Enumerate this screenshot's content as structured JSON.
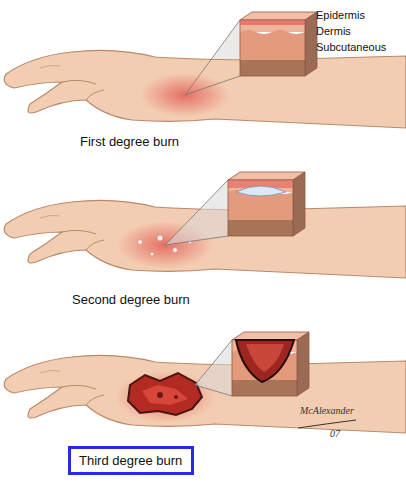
{
  "diagram": {
    "nodes": [
      {
        "text": [
          "Third degree burn"
        ]
      }
    ],
    "labels": [
      "Epidermis",
      "Dermis",
      "Subcutaneous",
      "First degree burn",
      "Second degree burn",
      "McAlexander",
      "07"
    ]
  }
}
